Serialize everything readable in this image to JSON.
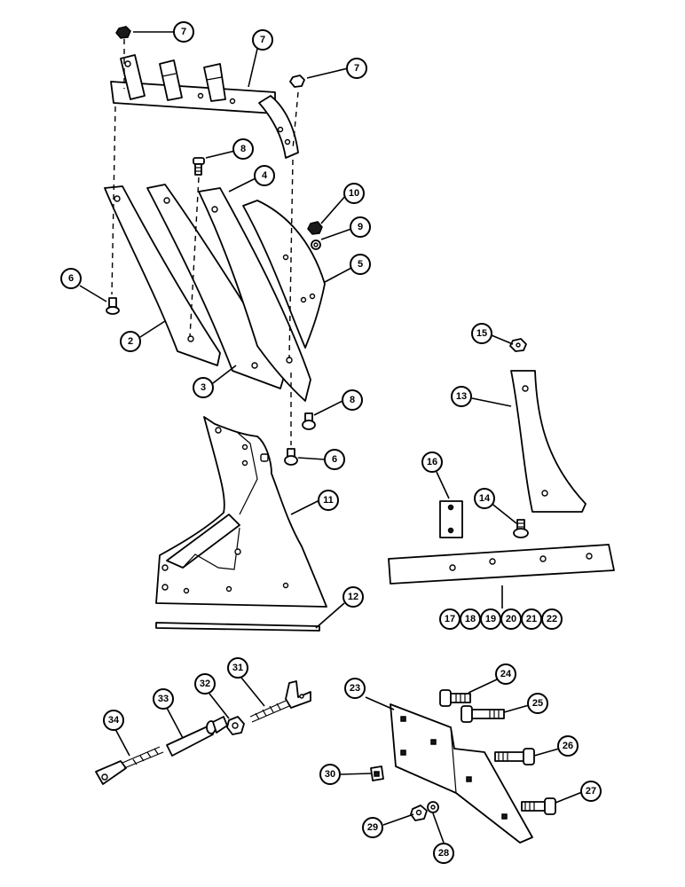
{
  "callouts": {
    "c7a": "7",
    "c7b": "7",
    "c7c": "7",
    "c8a": "8",
    "c4": "4",
    "c10": "10",
    "c9": "9",
    "c5": "5",
    "c6a": "6",
    "c2": "2",
    "c3": "3",
    "c8b": "8",
    "c6b": "6",
    "c11": "11",
    "c12": "12",
    "c15": "15",
    "c13": "13",
    "c16": "16",
    "c14": "14",
    "c17": "17",
    "c18": "18",
    "c19": "19",
    "c20": "20",
    "c21": "21",
    "c22": "22",
    "c34": "34",
    "c33": "33",
    "c32": "32",
    "c31": "31",
    "c23": "23",
    "c24": "24",
    "c25": "25",
    "c26": "26",
    "c27": "27",
    "c30": "30",
    "c29": "29",
    "c28": "28"
  }
}
